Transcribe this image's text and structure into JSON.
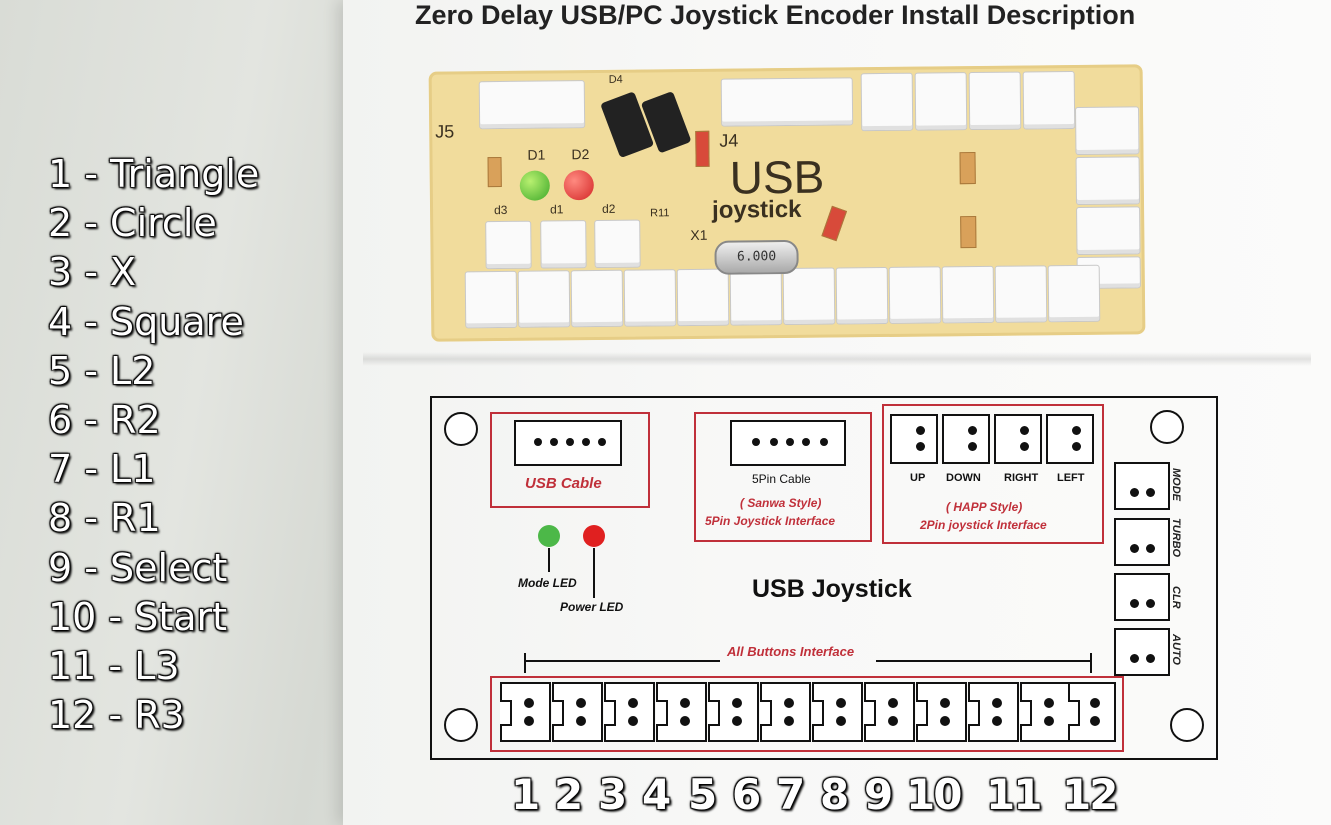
{
  "title": "Zero Delay USB/PC Joystick Encoder Install Description",
  "mapping": [
    "1 - Triangle",
    "2 - Circle",
    "3 - X",
    "4 - Square",
    "5 - L2",
    "6 - R2",
    "7 - L1",
    "8 - R1",
    "9 - Select",
    "10 - Start",
    "11 - L3",
    "12 - R3"
  ],
  "pcb": {
    "usb": "USB",
    "joystick": "joystick",
    "crystal": "6.000",
    "labels": {
      "j5": "J5",
      "j4": "J4",
      "d1": "D1",
      "d2": "D2",
      "x1": "X1",
      "r11": "R11",
      "d3s": "d3",
      "d1s": "d1",
      "d2s": "d2",
      "d4": "D4"
    }
  },
  "diagram": {
    "usb_cable": "USB Cable",
    "five_pin_cable": "5Pin Cable",
    "sanwa_style": "( Sanwa Style)",
    "five_pin_interface": "5Pin Joystick Interface",
    "happ_style": "( HAPP Style)",
    "two_pin_interface": "2Pin joystick Interface",
    "dirs": [
      "UP",
      "DOWN",
      "RIGHT",
      "LEFT"
    ],
    "mode_led": "Mode LED",
    "power_led": "Power LED",
    "board_name": "USB Joystick",
    "all_buttons": "All Buttons Interface",
    "side": [
      "MODE",
      "TURBO",
      "CLR",
      "AUTO"
    ]
  },
  "button_numbers": [
    "1",
    "2",
    "3",
    "4",
    "5",
    "6",
    "7",
    "8",
    "9",
    "10",
    "11",
    "12"
  ],
  "colors": {
    "red": "#c0303a",
    "pcb": "#f1dc9c",
    "led_green": "#4cb848",
    "led_red": "#e02020"
  }
}
